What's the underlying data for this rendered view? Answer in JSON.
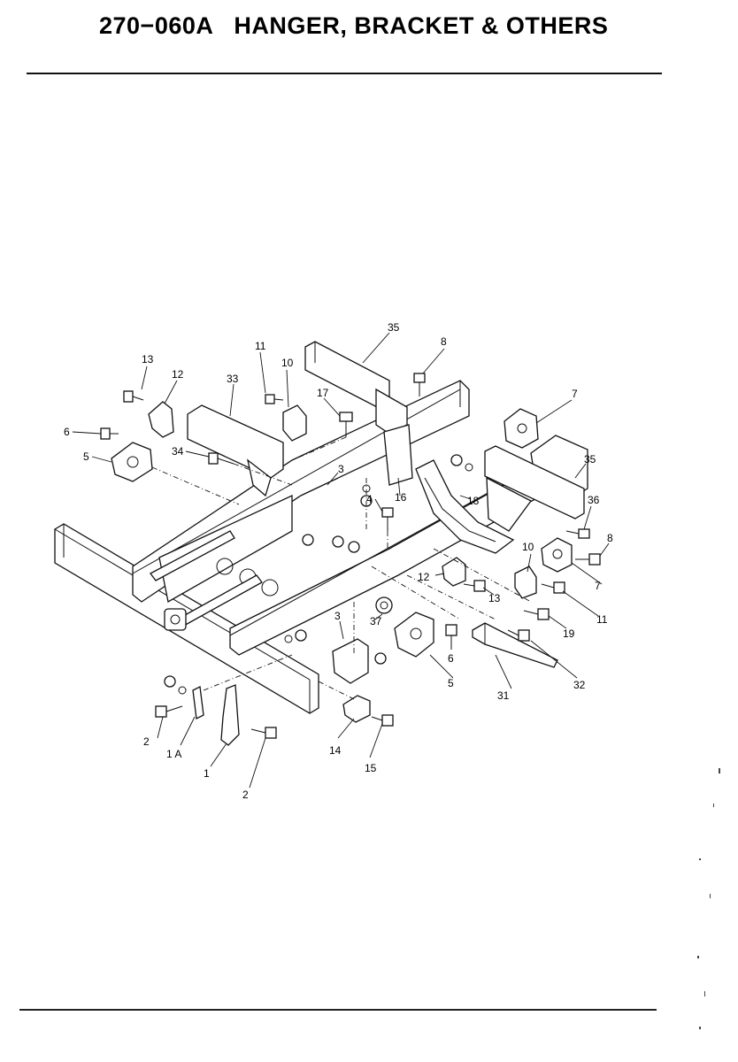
{
  "page": {
    "title": "270−060A   HANGER, BRACKET & OTHERS"
  },
  "callouts": {
    "c1": "1",
    "c1a": "1 A",
    "c2a": "2",
    "c2b": "2",
    "c3a": "3",
    "c3b": "3",
    "c4": "4",
    "c5a": "5",
    "c5b": "5",
    "c6a": "6",
    "c6b": "6",
    "c7a": "7",
    "c7b": "7",
    "c8a": "8",
    "c8b": "8",
    "c10a": "10",
    "c10b": "10",
    "c11a": "11",
    "c11b": "11",
    "c12a": "12",
    "c12b": "12",
    "c13a": "13",
    "c13b": "13",
    "c14": "14",
    "c15": "15",
    "c16": "16",
    "c17": "17",
    "c18": "18",
    "c19": "19",
    "c31": "31",
    "c32": "32",
    "c33": "33",
    "c34": "34",
    "c35a": "35",
    "c35b": "35",
    "c36": "36",
    "c37": "37"
  }
}
